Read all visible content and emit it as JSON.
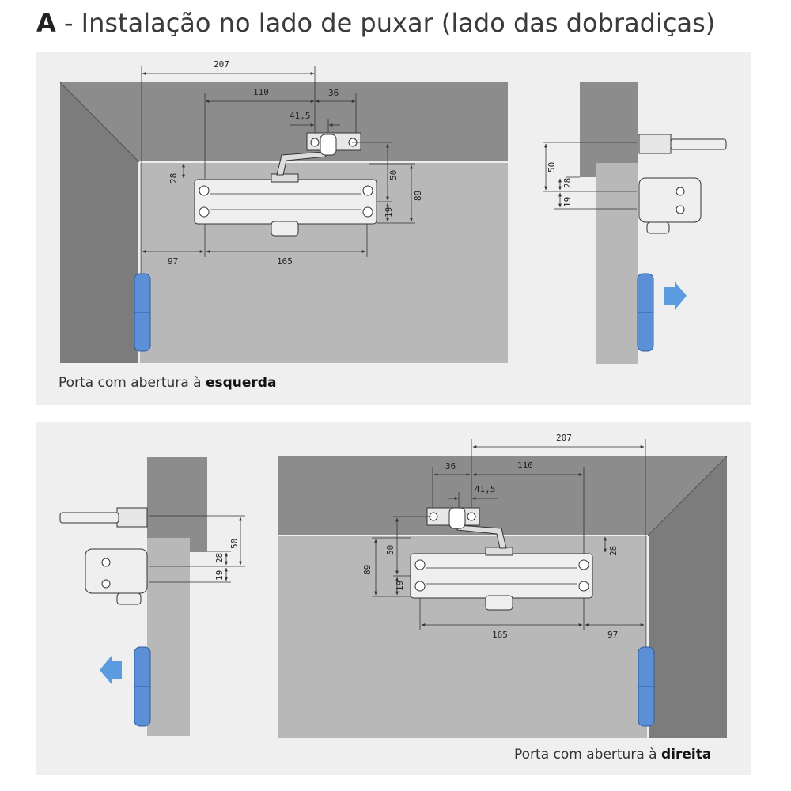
{
  "title": {
    "letter": "A",
    "text": "- Instalação no lado de puxar (lado das dobradiças)"
  },
  "panel_top": {
    "caption_prefix": "Porta com abertura à ",
    "caption_bold": "esquerda",
    "front_dims": {
      "d207": "207",
      "d110": "110",
      "d36": "36",
      "d41_5": "41,5",
      "d28": "28",
      "d50": "50",
      "d89": "89",
      "d19": "19",
      "d97": "97",
      "d165": "165"
    },
    "side_dims": {
      "d50": "50",
      "d28": "28",
      "d19": "19"
    }
  },
  "panel_bottom": {
    "caption_prefix": "Porta com abertura à ",
    "caption_bold": "direita",
    "front_dims": {
      "d207": "207",
      "d110": "110",
      "d36": "36",
      "d41_5": "41,5",
      "d28": "28",
      "d50": "50",
      "d89": "89",
      "d19": "19",
      "d97": "97",
      "d165": "165"
    },
    "side_dims": {
      "d50": "50",
      "d28": "28",
      "d19": "19"
    }
  },
  "colors": {
    "wall": "#8c8c8c",
    "wall_dark": "#7a7a7a",
    "door": "#b7b7b7",
    "hinge": "#5b8fd6",
    "arrow": "#5b9be0",
    "closer": "#efefef",
    "line": "#333333"
  }
}
